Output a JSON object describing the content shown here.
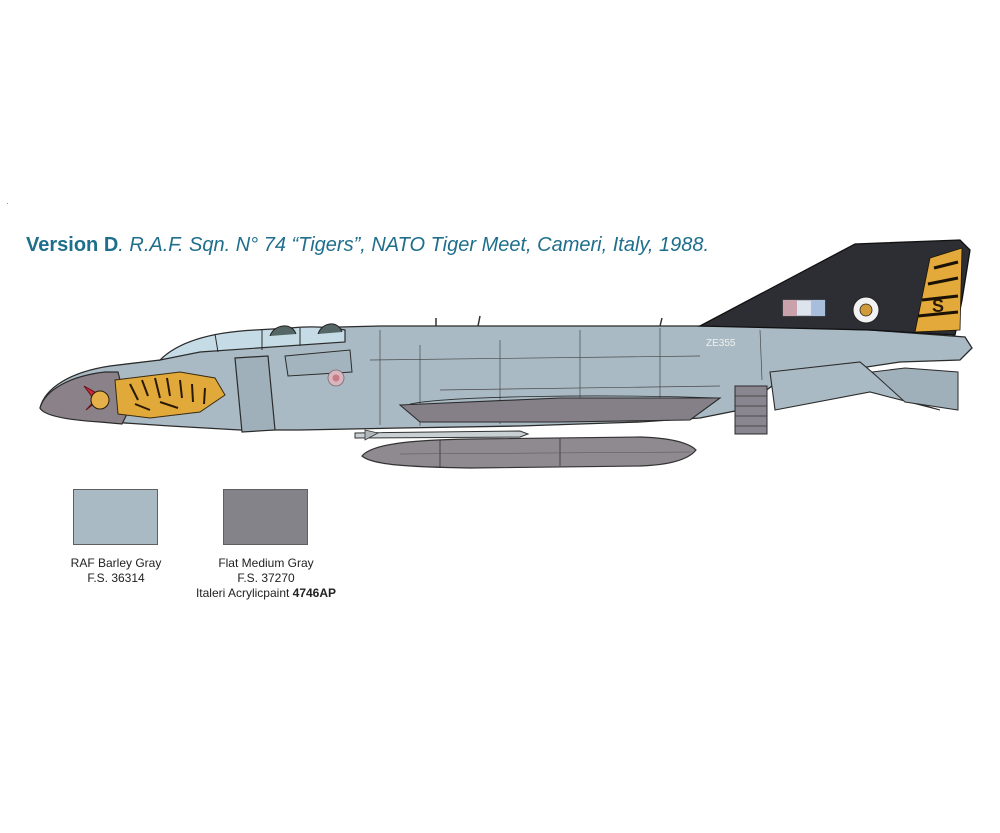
{
  "title": {
    "version_label": "Version D",
    "description": ". R.A.F. Sqn. N° 74 “Tigers”, NATO Tiger Meet, Cameri, Italy, 1988."
  },
  "aircraft": {
    "serial": "ZE355",
    "tail_code": "S"
  },
  "colors": [
    {
      "name": "RAF Barley Gray",
      "fs": "F.S. 36314",
      "hex": "#a9bac4"
    },
    {
      "name": "Flat Medium Gray",
      "fs": "F.S. 37270",
      "paint_prefix": "Italeri Acrylicpaint ",
      "paint_code": "4746AP",
      "hex": "#85838a"
    }
  ]
}
